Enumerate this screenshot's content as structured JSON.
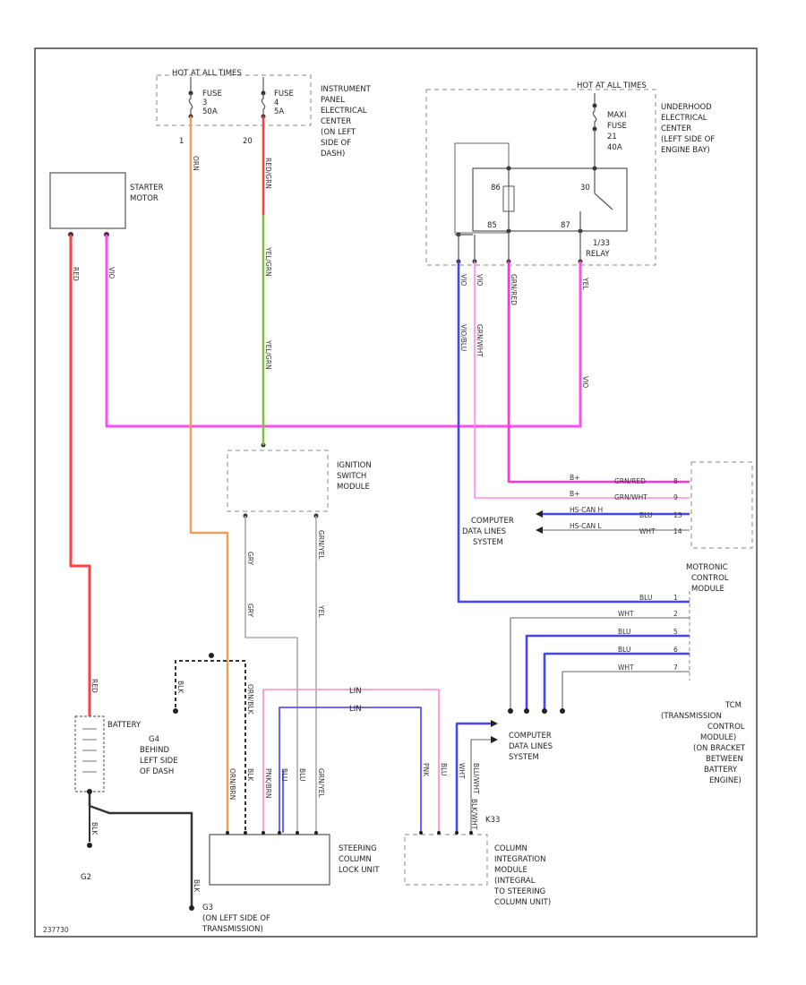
{
  "hot_at_all_times_left": "HOT AT ALL TIMES",
  "hot_at_all_times_right": "HOT AT ALL TIMES",
  "fuse_a": {
    "line1": "FUSE",
    "line2": "3",
    "line3": "50A"
  },
  "fuse_b": {
    "line1": "FUSE",
    "line2": "4",
    "line3": "5A"
  },
  "fuse_c": {
    "line1": "MAXI",
    "line2": "FUSE",
    "line3": "21",
    "line4": "40A"
  },
  "pin_1": "1",
  "pin_20": "20",
  "instrument_panel": [
    "INSTRUMENT",
    "PANEL",
    "ELECTRICAL",
    "CENTER",
    "(ON LEFT",
    "SIDE OF",
    "DASH)"
  ],
  "underhood": [
    "UNDERHOOD",
    "ELECTRICAL",
    "CENTER",
    "(LEFT SIDE OF",
    "ENGINE BAY)"
  ],
  "starter_motor": [
    "STARTER",
    "MOTOR"
  ],
  "relay": {
    "label": "RELAY",
    "number": "1/33",
    "t30": "30",
    "t85": "85",
    "t86": "86",
    "t87": "87"
  },
  "ignition_switch": [
    "IGNITION",
    "SWITCH",
    "MODULE"
  ],
  "tcm_connector": {
    "rows": [
      {
        "wire": "GRN/RED",
        "pin": "8",
        "text": "B+"
      },
      {
        "wire": "GRN/WHT",
        "pin": "9",
        "text": "B+"
      },
      {
        "wire": "BLU",
        "pin": "13",
        "text": "HS-CAN H"
      },
      {
        "wire": "WHT",
        "pin": "14",
        "text": "HS-CAN L"
      }
    ]
  },
  "computer_data_lines": [
    "COMPUTER",
    "DATA LINES",
    "SYSTEM"
  ],
  "motronic": [
    "MOTRONIC",
    "CONTROL",
    "MODULE"
  ],
  "motronic_rows": [
    {
      "wire": "BLU",
      "pin": "1"
    },
    {
      "wire": "WHT",
      "pin": "2"
    },
    {
      "wire": "BLU",
      "pin": "5"
    },
    {
      "wire": "BLU",
      "pin": "6"
    },
    {
      "wire": "WHT",
      "pin": "7"
    }
  ],
  "tcm_module": [
    "TCM",
    "(TRANSMISSION",
    "CONTROL",
    "MODULE)",
    "(ON BRACKET",
    "BETWEEN",
    "BATTERY",
    "ENGINE)"
  ],
  "battery": [
    "BATTERY"
  ],
  "ground_g4": [
    "G4",
    "BEHIND",
    "LEFT SIDE",
    "OF DASH"
  ],
  "ground_g2": "G2",
  "ground_g3": [
    "G3",
    "(ON LEFT SIDE OF",
    "TRANSMISSION)"
  ],
  "steering_lock": [
    "STEERING",
    "COLUMN",
    "LOCK UNIT"
  ],
  "column_module": [
    "COLUMN",
    "INTEGRATION",
    "MODULE",
    "(INTEGRAL",
    "TO STEERING",
    "COLUMN UNIT)"
  ],
  "column_pin": "K33",
  "lin_labels": [
    "LIN",
    "LIN"
  ],
  "wire_colors": {
    "starter_left": "RED",
    "starter_right": "VIO",
    "fuse_a_wire": "ORN",
    "fuse_b_wire_top": "RED/GRN",
    "fuse_b_wire_mid": "YEL/GRN",
    "fuse_b_wire_bot": "YEL/GRN",
    "relay_w1": "VIO",
    "relay_w2": "VIO",
    "relay_w3": "GRN/RED",
    "relay_w4": "YEL",
    "relay_w5": "VIO",
    "relay_w1b": "VIO/BLU",
    "relay_w2b": "GRN/WHT",
    "ign_left": "GRY",
    "ign_left2": "GRY",
    "ign_right": "GRN/YEL",
    "ign_right2": "YEL",
    "battery_red": "RED",
    "battery_blk": "BLK",
    "g4_wire": "BLK",
    "g3_wire": "BLK",
    "steering_1": "ORN/BRN",
    "steering_2": "BLK",
    "steering_3": "PNK/BRN",
    "steering_4": "BLU",
    "steering_5": "BLU",
    "steering_6": "GRN/YEL",
    "column_1": "PNK",
    "column_2": "BLU",
    "column_3": "WHT",
    "column_4": "BLU/WHT",
    "orn_blk": "ORN/BLK",
    "blk_wht": "BLK/WHT"
  },
  "figure_id": "237730"
}
